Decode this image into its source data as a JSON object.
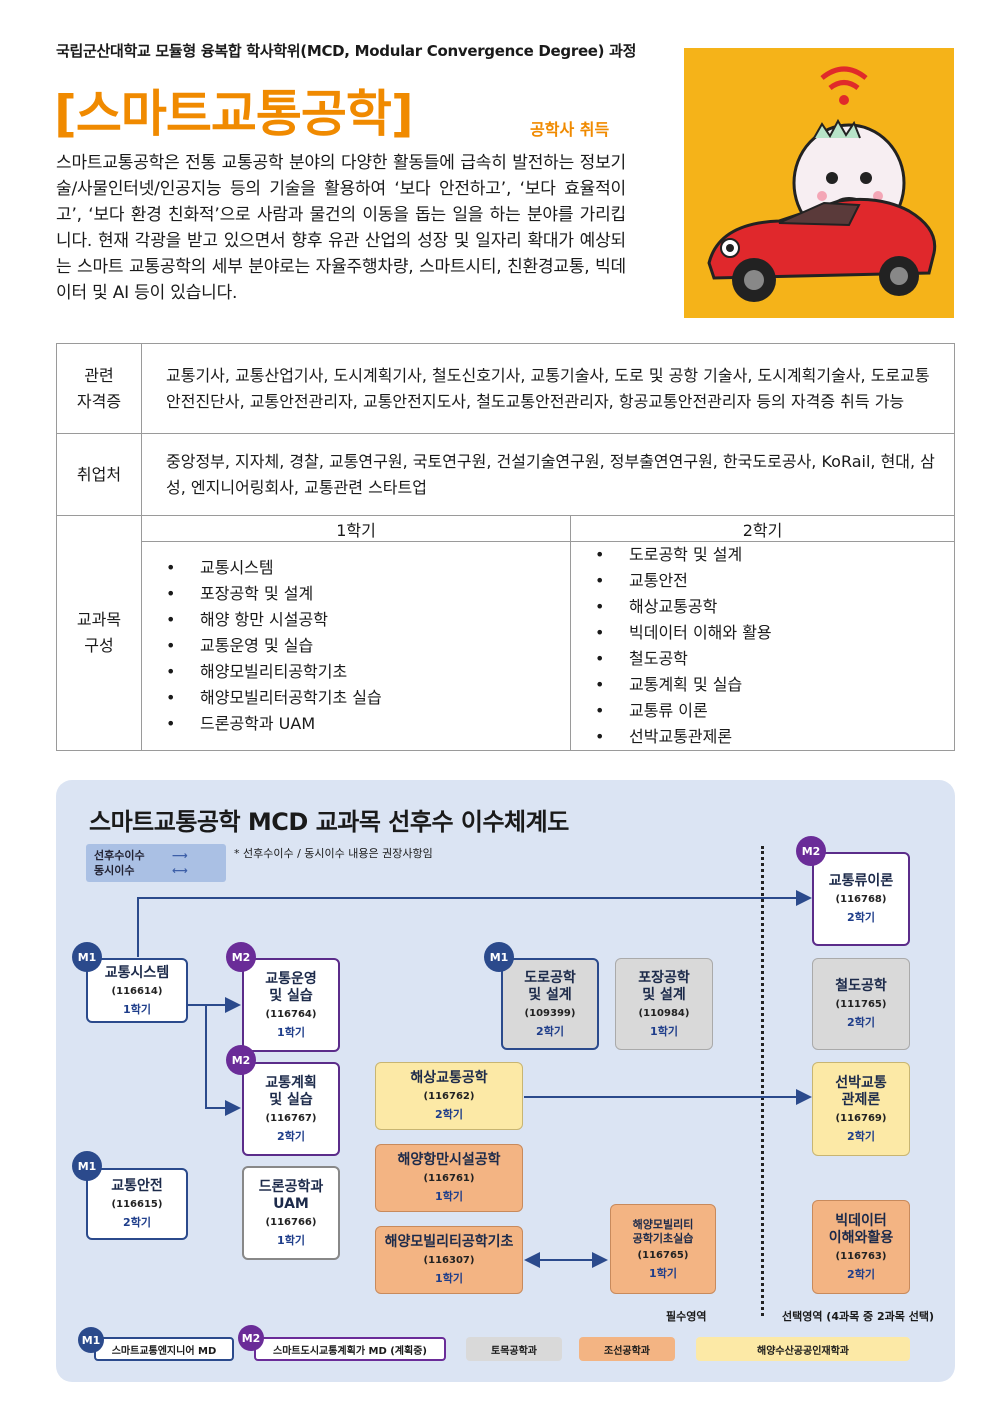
{
  "header": {
    "program_label": "국립군산대학교 모듈형 융복합 학사학위(MCD, Modular Convergence Degree) 과정",
    "title": "[스마트교통공학]",
    "degree": "공학사 취득"
  },
  "intro_text": "스마트교통공학은 전통 교통공학 분야의 다양한 활동들에 급속히 발전하는 정보기술/사물인터넷/인공지능 등의 기술을 활용하여 ‘보다 안전하고’, ‘보다 효율적이고’, ‘보다 환경 친화적’으로 사람과 물건의 이동을 돕는 일을 하는 분야를 가리킵니다. 현재 각광을 받고 있으면서 향후 유관 산업의 성장 및 일자리 확대가 예상되는 스마트 교통공학의 세부 분야로는 자율주행차량, 스마트시티, 친환경교통, 빅데이터 및 AI 등이 있습니다.",
  "info_table": {
    "cert": {
      "label_1": "관련",
      "label_2": "자격증",
      "text": "교통기사, 교통산업기사, 도시계획기사, 철도신호기사, 교통기술사, 도로 및 공항 기술사, 도시계획기술사, 도로교통안전진단사, 교통안전관리자, 교통안전지도사, 철도교통안전관리자, 항공교통안전관리자 등의 자격증 취득 가능"
    },
    "jobs": {
      "label": "취업처",
      "text": "중앙정부, 지자체, 경찰, 교통연구원, 국토연구원, 건설기술연구원, 정부출연연구원, 한국도로공사, KoRail, 현대, 삼성, 엔지니어링회사, 교통관련 스타트업"
    },
    "curriculum": {
      "label_1": "교과목",
      "label_2": "구성",
      "sem1_title": "1학기",
      "sem2_title": "2학기",
      "sem1": [
        "교통시스템",
        "포장공학 및 설계",
        "해양 항만 시설공학",
        "교통운영 및 실습",
        "해양모빌리티공학기초",
        "해양모빌리터공학기초 실습",
        "드론공학과 UAM"
      ],
      "sem2": [
        "도로공학 및 설계",
        "교통안전",
        "해상교통공학",
        "빅데이터 이해와 활용",
        "철도공학",
        "교통계획 및 실습",
        "교통류 이론",
        "선박교통관제론"
      ]
    }
  },
  "roadmap": {
    "title": "스마트교통공학 MCD 교과목 선후수 이수체계도",
    "legend_prereq": "선후수이수",
    "legend_concurrent": "동시이수",
    "legend_arrow_prereq": "⟶",
    "legend_arrow_concurrent": "⟷",
    "note": "* 선후수이수 / 동시이수 내용은 권장사항임",
    "region_required": "필수영역",
    "region_elective": "선택영역 (4과목 중 2과목 선택)",
    "tags": {
      "m1": "M1",
      "m2": "M2"
    },
    "courses": {
      "traffic_system": {
        "name": "교통시스템",
        "code": "(116614)",
        "sem": "1학기"
      },
      "traffic_safety": {
        "name": "교통안전",
        "code": "(116615)",
        "sem": "2학기"
      },
      "traffic_ops_1": "교통운영",
      "traffic_ops_2": "및 실습",
      "traffic_ops_code": "(116764)",
      "traffic_ops_sem": "1학기",
      "traffic_plan_1": "교통계획",
      "traffic_plan_2": "및 실습",
      "traffic_plan_code": "(116767)",
      "traffic_plan_sem": "2학기",
      "drone_1": "드론공학과",
      "drone_2": "UAM",
      "drone_code": "(116766)",
      "drone_sem": "1학기",
      "maritime_traffic": {
        "name": "해상교통공학",
        "code": "(116762)",
        "sem": "2학기"
      },
      "port_facility": {
        "name": "해양항만시설공학",
        "code": "(116761)",
        "sem": "1학기"
      },
      "marine_mobility": {
        "name": "해양모빌리티공학기초",
        "code": "(116307)",
        "sem": "1학기"
      },
      "road_1": "도로공학",
      "road_2": "및 설계",
      "road_code": "(109399)",
      "road_sem": "2학기",
      "pave_1": "포장공학",
      "pave_2": "및 설계",
      "pave_code": "(110984)",
      "pave_sem": "1학기",
      "mm_lab_1": "해양모빌리티",
      "mm_lab_2": "공학기초실습",
      "mm_lab_code": "(116765)",
      "mm_lab_sem": "1학기",
      "flow": {
        "name": "교통류이론",
        "code": "(116768)",
        "sem": "2학기"
      },
      "rail": {
        "name": "철도공학",
        "code": "(111765)",
        "sem": "2학기"
      },
      "vessel_1": "선박교통",
      "vessel_2": "관제론",
      "vessel_code": "(116769)",
      "vessel_sem": "2학기",
      "bigdata_1": "빅데이터",
      "bigdata_2": "이해와활용",
      "bigdata_code": "(116763)",
      "bigdata_sem": "2학기"
    },
    "bottom_legend": {
      "m1": "스마트교통엔지니어 MD",
      "m2": "스마트도시교통계획가 MD (계획중)",
      "civil": "토목공학과",
      "naval": "조선공학과",
      "marine": "해양수산공공인재학과"
    }
  }
}
